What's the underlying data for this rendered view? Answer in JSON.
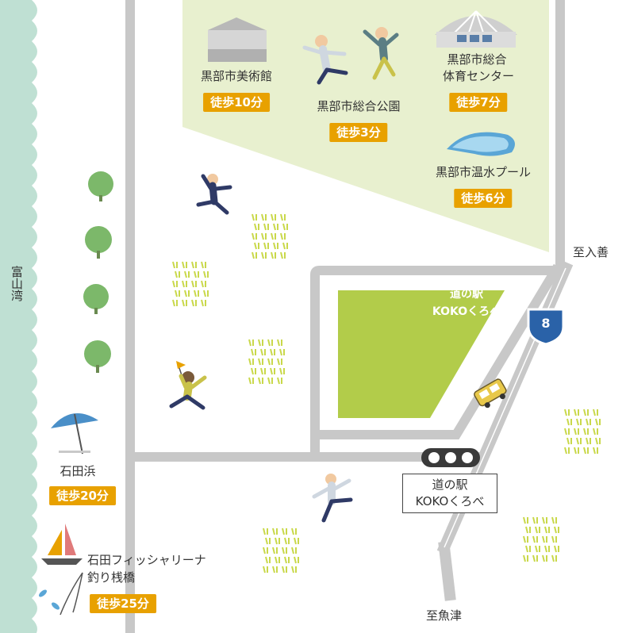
{
  "sea": {
    "label": "富山湾",
    "color": "#bfe0d3"
  },
  "park_area_color": "#e8f0cf",
  "station": {
    "name_line1": "道の駅",
    "name_line2": "KOKOくろべ",
    "color": "#b2cc4a"
  },
  "sign": {
    "line1": "道の駅",
    "line2": "KOKOくろべ"
  },
  "route_shield": {
    "number": "8"
  },
  "directions": {
    "north_east": "至入善",
    "south": "至魚津"
  },
  "landmarks": {
    "museum": {
      "name": "黒部市美術館",
      "walk": "徒歩10分"
    },
    "park": {
      "name": "黒部市総合公園",
      "walk": "徒歩3分"
    },
    "gym": {
      "name_line1": "黒部市総合",
      "name_line2": "体育センター",
      "walk": "徒歩7分"
    },
    "pool": {
      "name": "黒部市温水プール",
      "walk": "徒歩6分"
    },
    "beach": {
      "name": "石田浜",
      "walk": "徒歩20分"
    },
    "marina": {
      "name_line1": "石田フィッシャリーナ",
      "name_line2": "釣り桟橋",
      "walk": "徒歩25分"
    }
  },
  "colors": {
    "badge": "#e8a100",
    "road": "#c8c8c8",
    "tree": "#7cb86a",
    "grass": "#c9d84a",
    "text": "#333333"
  }
}
